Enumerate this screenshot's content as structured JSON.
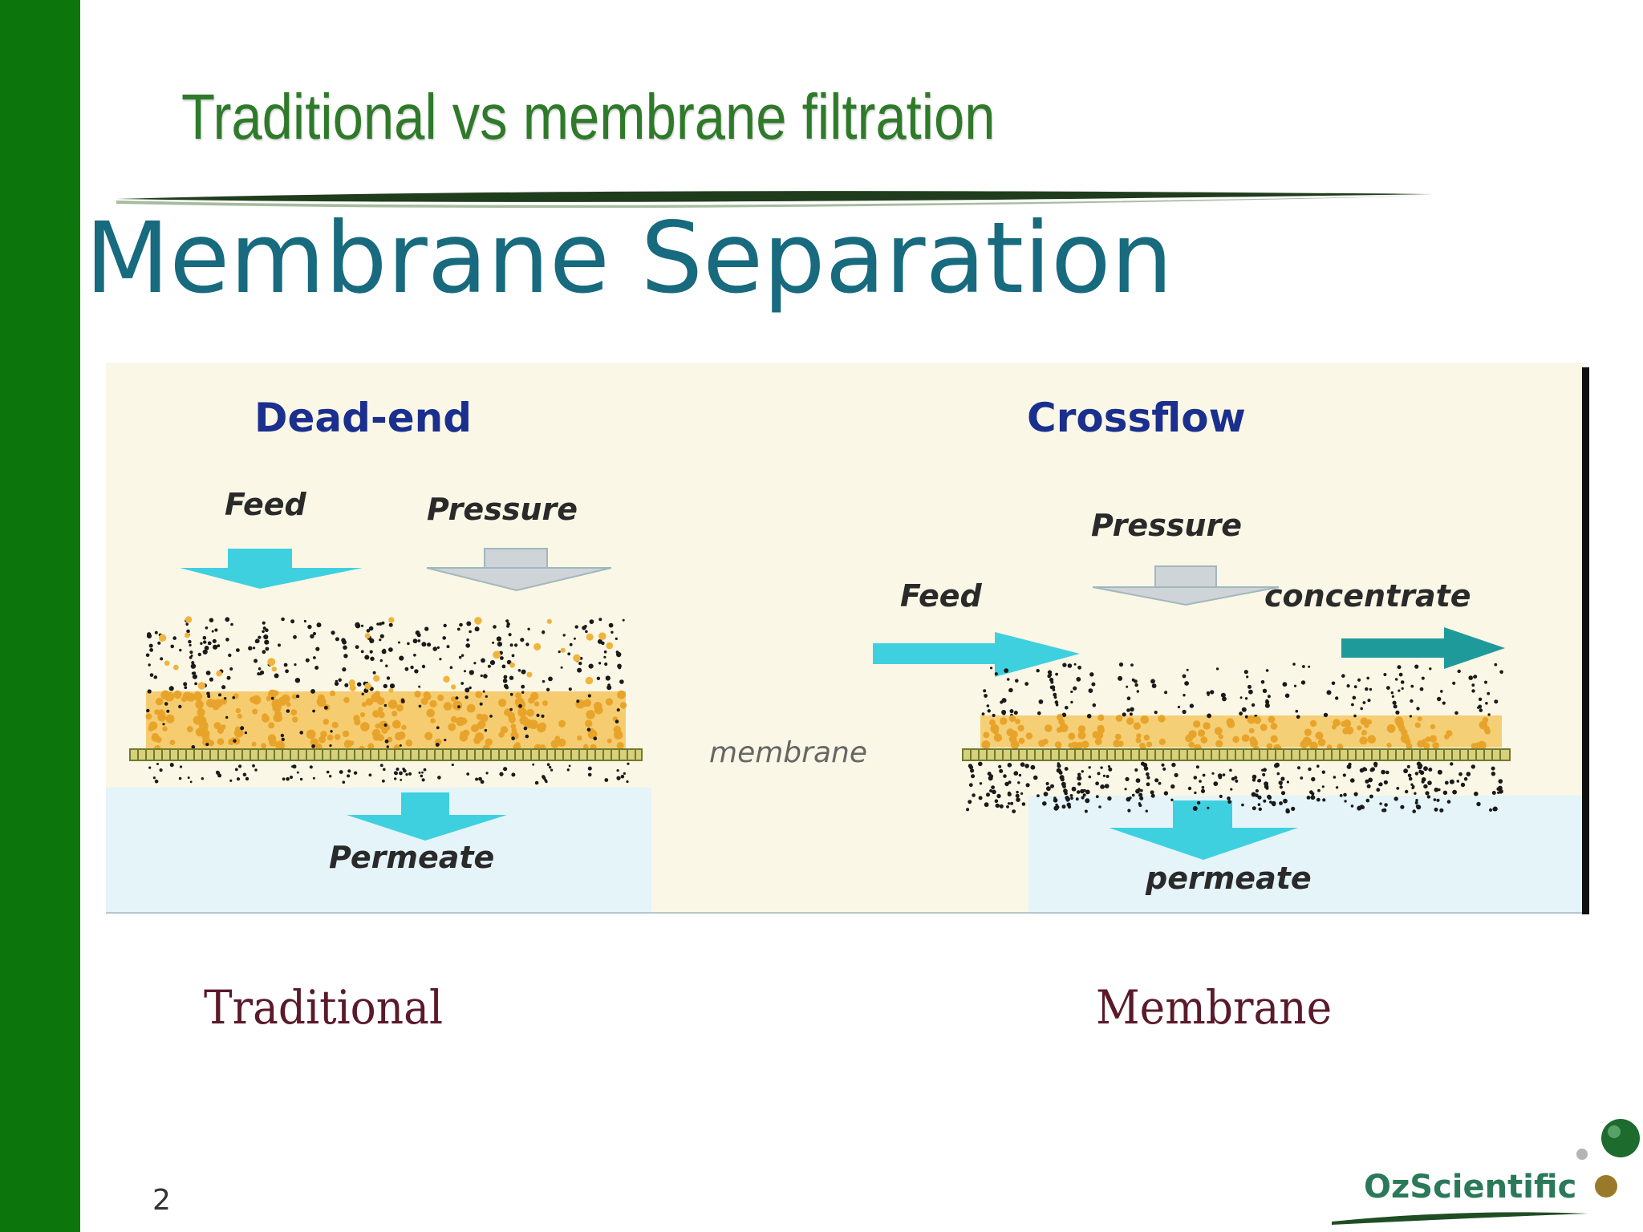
{
  "slide": {
    "subtitle": "Traditional vs membrane filtration",
    "title": "Membrane Separation",
    "page_number": "2",
    "logo_text": "OzScientific"
  },
  "diagram": {
    "dead_end": {
      "heading": "Dead-end",
      "feed": "Feed",
      "pressure": "Pressure",
      "permeate": "Permeate"
    },
    "membrane_label": "membrane",
    "crossflow": {
      "heading": "Crossflow",
      "pressure": "Pressure",
      "feed": "Feed",
      "concentrate": "concentrate",
      "permeate": "permeate"
    }
  },
  "captions": {
    "left": "Traditional",
    "right": "Membrane"
  },
  "colors": {
    "sidebar": "#0c760c",
    "title": "#186a7e",
    "subtitle": "#2f7a2a",
    "arrow_cyan": "#3fd0e0",
    "arrow_gray": "#cfd4d8",
    "arrow_teal": "#1f9a9a",
    "cake": "#f0b43c",
    "membrane": "#d8d07a"
  }
}
